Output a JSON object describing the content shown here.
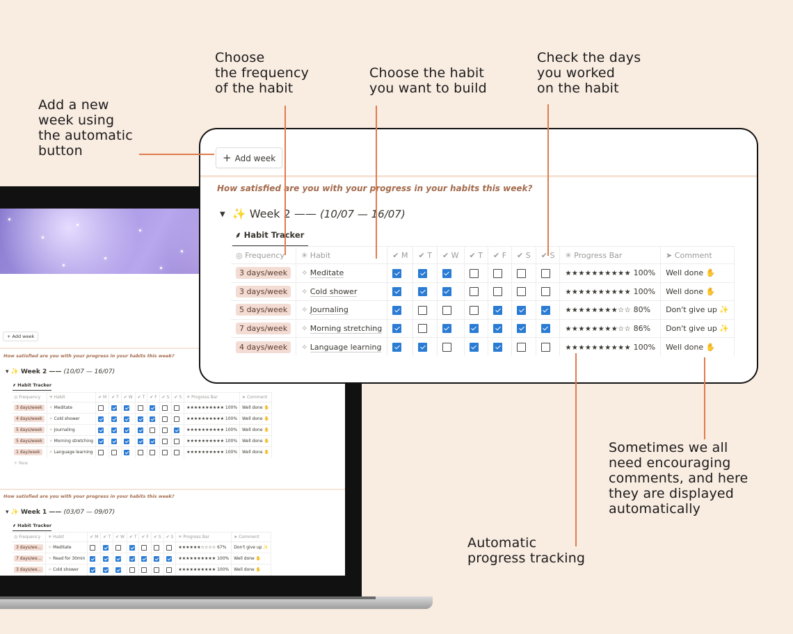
{
  "annotations": {
    "add_week": [
      "Add a new",
      "week using",
      "the automatic",
      "button"
    ],
    "frequency": [
      "Choose",
      "the frequency",
      "of the habit"
    ],
    "habit": [
      "Choose the habit",
      "you want to build"
    ],
    "check_days": [
      "Check the days",
      "you worked",
      "on the habit"
    ],
    "comments": [
      "Sometimes we all",
      "need encouraging",
      "comments, and here",
      "they are displayed",
      "automatically"
    ],
    "progress": [
      "Automatic",
      "progress tracking"
    ]
  },
  "colors": {
    "accent": "#e07a4c",
    "background": "#f9ece1",
    "checkbox": "#2a7bd4",
    "tag": "#f3dcd3",
    "question": "#a36b4d"
  },
  "zoom": {
    "add_week_label": "Add week",
    "question": "How satisfied are you with your progress in your habits this week?",
    "week_title": "Week 2 ——",
    "week_dates": "(10/07 — 16/07)",
    "tab_label": "Habit Tracker",
    "columns": [
      "Frequency",
      "Habit",
      "M",
      "T",
      "W",
      "T",
      "F",
      "S",
      "S",
      "Progress Bar",
      "Comment"
    ],
    "rows": [
      {
        "freq": "3 days/week",
        "habit": "Meditate",
        "days": [
          true,
          true,
          true,
          false,
          false,
          false,
          false
        ],
        "stars": "★★★★★★★★★★",
        "pct": "100%",
        "comment": "Well done"
      },
      {
        "freq": "3 days/week",
        "habit": "Cold shower",
        "days": [
          true,
          true,
          true,
          false,
          false,
          false,
          false
        ],
        "stars": "★★★★★★★★★★",
        "pct": "100%",
        "comment": "Well done"
      },
      {
        "freq": "5 days/week",
        "habit": "Journaling",
        "days": [
          true,
          false,
          false,
          false,
          true,
          true,
          true
        ],
        "stars": "★★★★★★★★☆☆",
        "pct": "80%",
        "comment": "Don't give up"
      },
      {
        "freq": "7 days/week",
        "habit": "Morning stretching",
        "days": [
          true,
          false,
          true,
          true,
          true,
          true,
          true
        ],
        "stars": "★★★★★★★★☆☆",
        "pct": "86%",
        "comment": "Don't give up"
      },
      {
        "freq": "4 days/week",
        "habit": "Language learning",
        "days": [
          true,
          true,
          false,
          true,
          true,
          false,
          false
        ],
        "stars": "★★★★★★★★★★",
        "pct": "100%",
        "comment": "Well done"
      }
    ]
  },
  "laptop": {
    "add_week_label": "Add week",
    "question": "How satisfied are you with your progress in your habits this week?",
    "week2_title": "Week 2 ——",
    "week2_dates": "(10/07 — 16/07)",
    "week1_title": "Week 1 ——",
    "week1_dates": "(03/07 — 09/07)",
    "tab_label": "Habit Tracker",
    "new_label": "New",
    "columns": [
      "Frequency",
      "Habit",
      "M",
      "T",
      "W",
      "T",
      "F",
      "S",
      "S",
      "Progress Bar",
      "Comment"
    ],
    "week2_rows": [
      {
        "freq": "3 days/week",
        "habit": "Meditate",
        "days": [
          false,
          true,
          true,
          false,
          true,
          false,
          false
        ],
        "stars": "★★★★★★★★★★",
        "pct": "100%",
        "comment": "Well done"
      },
      {
        "freq": "4 days/week",
        "habit": "Cold shower",
        "days": [
          true,
          true,
          true,
          true,
          true,
          false,
          false
        ],
        "stars": "★★★★★★★★★★",
        "pct": "100%",
        "comment": "Well done"
      },
      {
        "freq": "5 days/week",
        "habit": "Journaling",
        "days": [
          true,
          true,
          true,
          true,
          false,
          false,
          true
        ],
        "stars": "★★★★★★★★★★",
        "pct": "100%",
        "comment": "Well done"
      },
      {
        "freq": "5 days/week",
        "habit": "Morning stretching",
        "days": [
          true,
          true,
          true,
          true,
          true,
          false,
          false
        ],
        "stars": "★★★★★★★★★★",
        "pct": "100%",
        "comment": "Well done"
      },
      {
        "freq": "1 day/week",
        "habit": "Language learning",
        "days": [
          false,
          false,
          true,
          false,
          false,
          false,
          false
        ],
        "stars": "★★★★★★★★★★",
        "pct": "100%",
        "comment": "Well done"
      }
    ],
    "week1_rows": [
      {
        "freq": "3 days/we...",
        "habit": "Meditate",
        "days": [
          false,
          true,
          false,
          true,
          false,
          false,
          false
        ],
        "stars": "★★★★★★☆☆☆☆",
        "pct": "67%",
        "comment": "Don't give up"
      },
      {
        "freq": "7 days/we...",
        "habit": "Read for 30min",
        "days": [
          true,
          true,
          true,
          true,
          true,
          true,
          true
        ],
        "stars": "★★★★★★★★★★",
        "pct": "100%",
        "comment": "Well done"
      },
      {
        "freq": "3 days/we...",
        "habit": "Cold shower",
        "days": [
          true,
          true,
          true,
          false,
          false,
          false,
          false
        ],
        "stars": "★★★★★★★★★★",
        "pct": "100%",
        "comment": "Well done"
      }
    ]
  }
}
